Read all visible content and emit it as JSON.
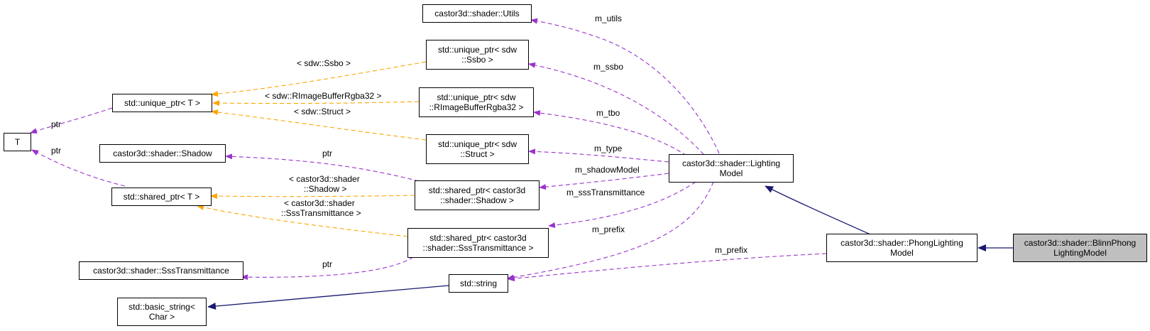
{
  "nodes": {
    "t": "T",
    "unique_ptr": "std::unique_ptr< T >",
    "shared_ptr": "std::shared_ptr< T >",
    "shadow": "castor3d::shader::Shadow",
    "sss": "castor3d::shader::SssTransmittance",
    "basic_string": "std::basic_string<\nChar >",
    "utils": "castor3d::shader::Utils",
    "up_ssbo": "std::unique_ptr< sdw\n::Ssbo >",
    "up_rimage": "std::unique_ptr< sdw\n::RImageBufferRgba32 >",
    "up_struct": "std::unique_ptr< sdw\n::Struct >",
    "sp_shadow": "std::shared_ptr< castor3d\n::shader::Shadow >",
    "sp_sss": "std::shared_ptr< castor3d\n::shader::SssTransmittance >",
    "string": "std::string",
    "lighting_model": "castor3d::shader::Lighting\nModel",
    "phong_model": "castor3d::shader::PhongLighting\nModel",
    "blinn_model": "castor3d::shader::BlinnPhong\nLightingModel"
  },
  "edge_labels": {
    "ptr_unique": "ptr",
    "ptr_shared": "ptr",
    "tmpl_ssbo": "< sdw::Ssbo >",
    "tmpl_rimage": "< sdw::RImageBufferRgba32 >",
    "tmpl_struct": "< sdw::Struct >",
    "tmpl_shadow_1": "< castor3d::shader",
    "tmpl_shadow_2": "::Shadow >",
    "tmpl_sss_1": "< castor3d::shader",
    "tmpl_sss_2": "::SssTransmittance >",
    "ptr_shadow": "ptr",
    "ptr_sss": "ptr",
    "m_utils": "m_utils",
    "m_ssbo": "m_ssbo",
    "m_tbo": "m_tbo",
    "m_type": "m_type",
    "m_shadowModel": "m_shadowModel",
    "m_sssTransmittance": "m_sssTransmittance",
    "m_prefix_lighting": "m_prefix",
    "m_prefix_phong": "m_prefix"
  },
  "colors": {
    "inheritance": "#191970",
    "member": "#9a32cd",
    "template": "#ffa500",
    "focus_fill": "#bfbfbf"
  }
}
